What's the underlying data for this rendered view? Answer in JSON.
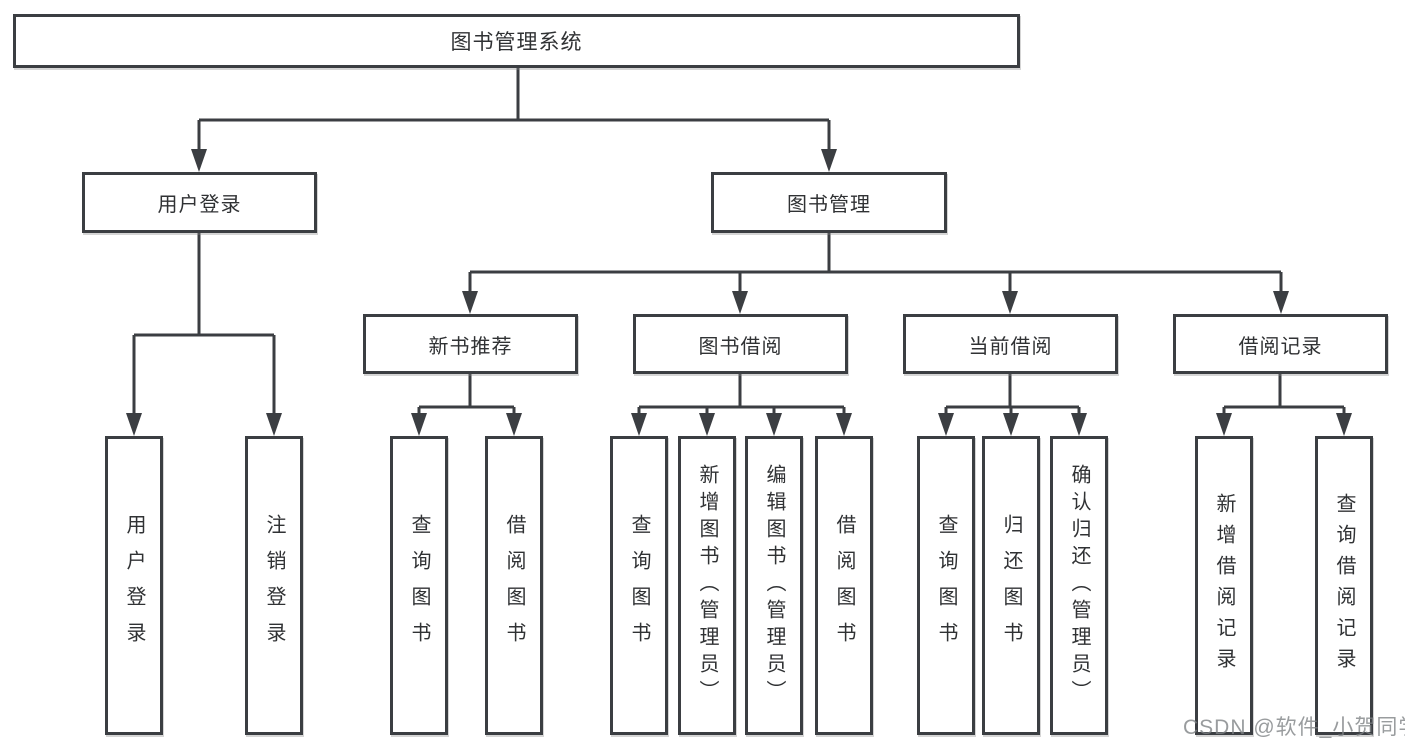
{
  "diagram": {
    "root": {
      "label": "图书管理系统"
    },
    "level1": [
      {
        "label": "用户登录"
      },
      {
        "label": "图书管理"
      }
    ],
    "level2": [
      {
        "label": "新书推荐"
      },
      {
        "label": "图书借阅"
      },
      {
        "label": "当前借阅"
      },
      {
        "label": "借阅记录"
      }
    ],
    "leaves": {
      "user": [
        "用户登录",
        "注销登录"
      ],
      "recommend": [
        "查询图书",
        "借阅图书"
      ],
      "borrow": [
        "查询图书",
        "新增图书（管理员）",
        "编辑图书（管理员）",
        "借阅图书"
      ],
      "current": [
        "查询图书",
        "归还图书",
        "确认归还（管理员）"
      ],
      "records": [
        "新增借阅记录",
        "查询借阅记录"
      ]
    }
  },
  "watermark": {
    "text": "CSDN @软件_小贺同学"
  },
  "colors": {
    "line": "#3b3e42",
    "box_border": "#3b3e42",
    "text": "#303234",
    "background": "#ffffff",
    "watermark": "#84878a"
  }
}
